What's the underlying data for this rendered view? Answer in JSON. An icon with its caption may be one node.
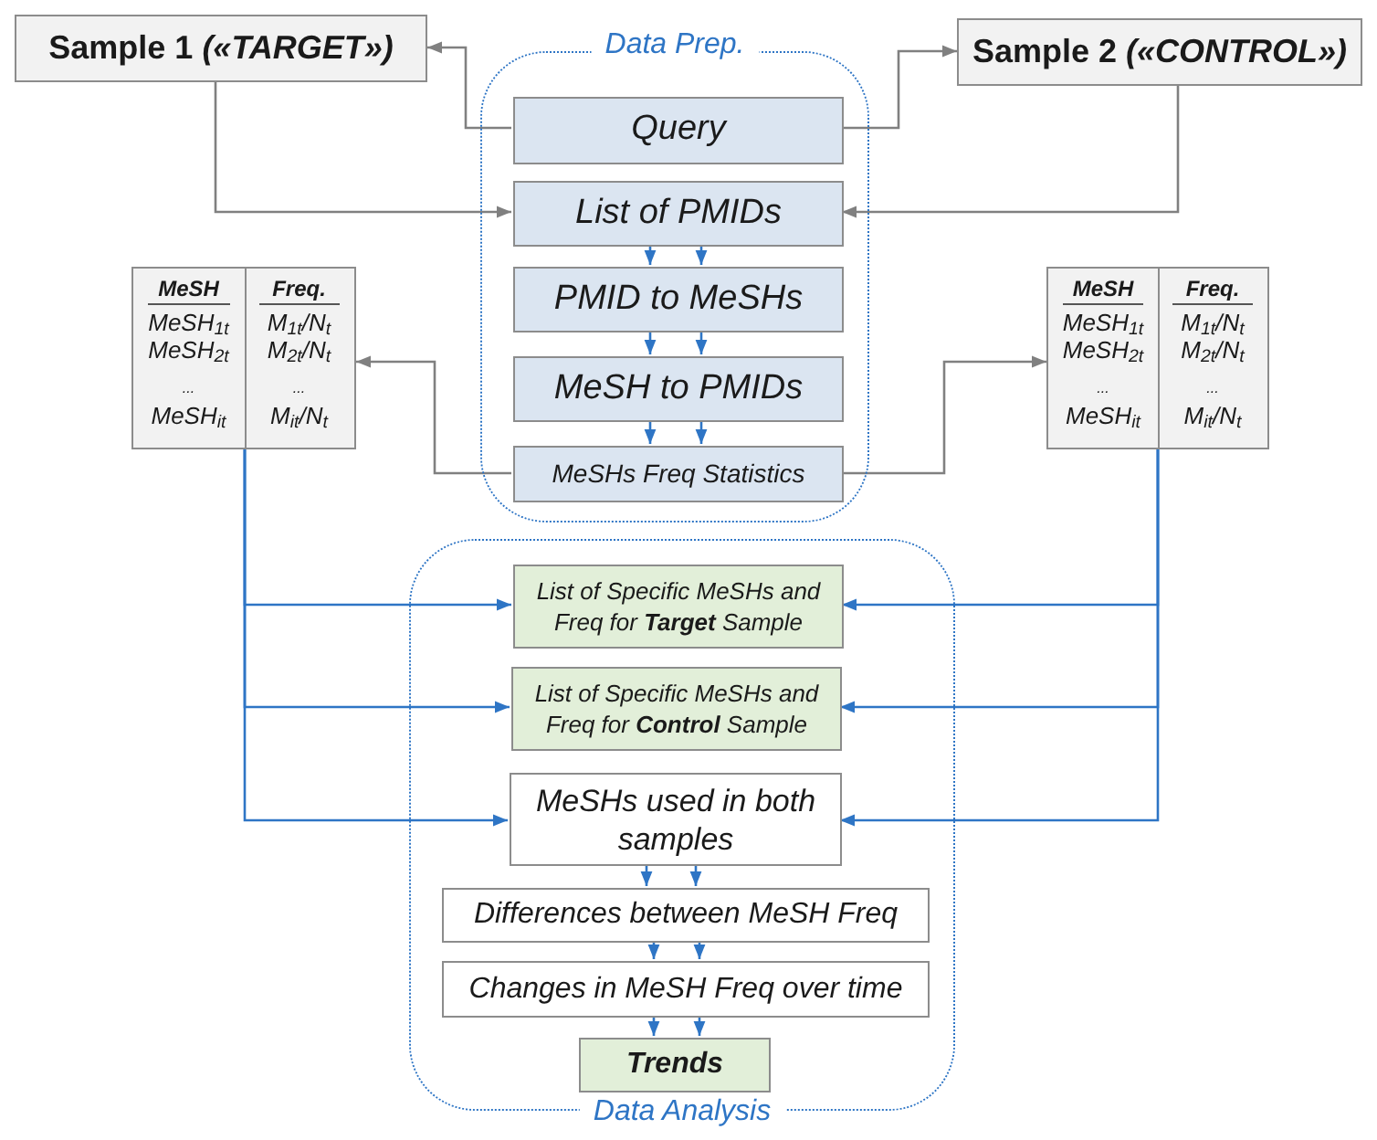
{
  "diagram": {
    "nodes": [
      {
        "text": [
          "Sample 1 *(«TARGET»)*"
        ]
      },
      {
        "text": [
          "Sample 2 *(«CONTROL»)*"
        ]
      },
      {
        "text": [
          "Data Prep."
        ]
      },
      {
        "text": [
          "Query"
        ],
        "in": 2
      },
      {
        "text": [
          "List of PMIDs"
        ],
        "in": 2
      },
      {
        "text": [
          "PMID to MeSHs"
        ],
        "in": 2
      },
      {
        "text": [
          "MeSH to PMIDs"
        ],
        "in": 2
      },
      {
        "text": [
          "MeSHs Freq Statistics"
        ],
        "in": 2
      },
      {
        "text": [
          "MeSH",
          "Freq.",
          "MeSH$_{1t}$",
          "M$_{1t}$/N$_{t}$",
          "MeSH$_{2t}$",
          "M$_{2t}$/N$_{t}$",
          "...",
          "...",
          "MeSH$_{it}$",
          "M$_{it}$/N$_{t}$"
        ]
      },
      {
        "text": [
          "MeSH",
          "Freq.",
          "MeSH$_{1t}$",
          "M$_{1t}$/N$_{t}$",
          "MeSH$_{2t}$",
          "M$_{2t}$/N$_{t}$",
          "...",
          "...",
          "MeSH$_{it}$",
          "M$_{it}$/N$_{t}$"
        ]
      },
      {
        "text": [
          "Data Analysis"
        ]
      },
      {
        "text": [
          "List of Specific MeSHs and Freq for **Target** Sample"
        ],
        "in": 10
      },
      {
        "text": [
          "List of Specific MeSHs and Freq for **Control** Sample"
        ],
        "in": 10
      },
      {
        "text": [
          "MeSHs used in both samples"
        ],
        "in": 10
      },
      {
        "text": [
          "Differences between MeSH Freq"
        ],
        "in": 10
      },
      {
        "text": [
          "Changes in MeSH Freq over time"
        ],
        "in": 10
      },
      {
        "text": [
          "Trends"
        ],
        "in": 10
      }
    ],
    "edges": [
      {
        "from": 3,
        "to": 0,
        "arrow": "to",
        "color": "#808080"
      },
      {
        "from": 3,
        "to": 1,
        "arrow": "to",
        "color": "#808080"
      },
      {
        "from": 0,
        "to": 4,
        "arrow": "to",
        "color": "#808080"
      },
      {
        "from": 1,
        "to": 4,
        "arrow": "to",
        "color": "#808080"
      },
      {
        "from": 4,
        "to": 5,
        "arrow": "to"
      },
      {
        "from": 4,
        "to": 5,
        "arrow": "to"
      },
      {
        "from": 5,
        "to": 6,
        "arrow": "to"
      },
      {
        "from": 5,
        "to": 6,
        "arrow": "to"
      },
      {
        "from": 6,
        "to": 7,
        "arrow": "to"
      },
      {
        "from": 6,
        "to": 7,
        "arrow": "to"
      },
      {
        "from": 7,
        "to": 8,
        "arrow": "to",
        "color": "#808080"
      },
      {
        "from": 7,
        "to": 9,
        "arrow": "to",
        "color": "#808080"
      },
      {
        "from": 8,
        "to": 11,
        "arrow": "to"
      },
      {
        "from": 8,
        "to": 12,
        "arrow": "to"
      },
      {
        "from": 8,
        "to": 13,
        "arrow": "to"
      },
      {
        "from": 9,
        "to": 11,
        "arrow": "to"
      },
      {
        "from": 9,
        "to": 12,
        "arrow": "to"
      },
      {
        "from": 9,
        "to": 13,
        "arrow": "to"
      },
      {
        "from": 13,
        "to": 14,
        "arrow": "to"
      },
      {
        "from": 13,
        "to": 14,
        "arrow": "to"
      },
      {
        "from": 14,
        "to": 15,
        "arrow": "to"
      },
      {
        "from": 14,
        "to": 15,
        "arrow": "to"
      },
      {
        "from": 15,
        "to": 16,
        "arrow": "to"
      },
      {
        "from": 15,
        "to": 16,
        "arrow": "to"
      }
    ]
  }
}
